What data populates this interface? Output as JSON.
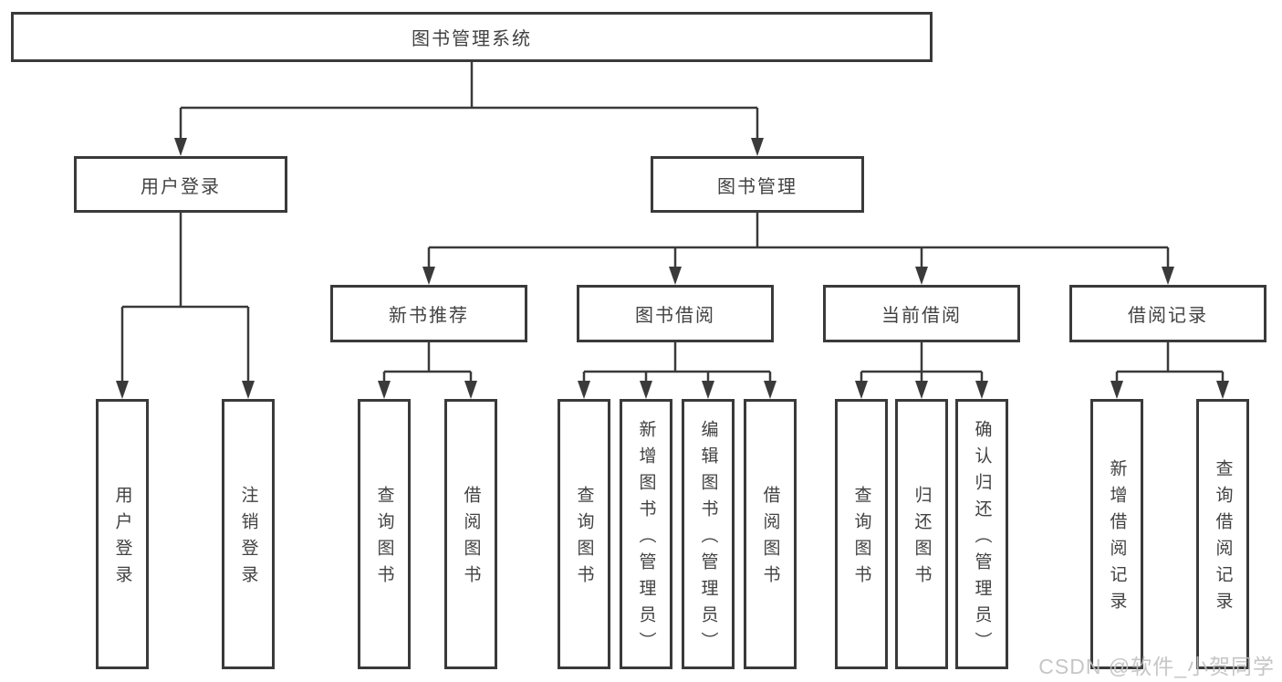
{
  "diagram_title": "图书管理系统",
  "tree": {
    "label": "图书管理系统",
    "children": [
      {
        "label": "用户登录",
        "children": [
          {
            "label": "用户登录"
          },
          {
            "label": "注销登录"
          }
        ]
      },
      {
        "label": "图书管理",
        "children": [
          {
            "label": "新书推荐",
            "children": [
              {
                "label": "查询图书"
              },
              {
                "label": "借阅图书"
              }
            ]
          },
          {
            "label": "图书借阅",
            "children": [
              {
                "label": "查询图书"
              },
              {
                "label": "新增图书（管理员）"
              },
              {
                "label": "编辑图书（管理员）"
              },
              {
                "label": "借阅图书"
              }
            ]
          },
          {
            "label": "当前借阅",
            "children": [
              {
                "label": "查询图书"
              },
              {
                "label": "归还图书"
              },
              {
                "label": "确认归还（管理员）"
              }
            ]
          },
          {
            "label": "借阅记录",
            "children": [
              {
                "label": "新增借阅记录"
              },
              {
                "label": "查询借阅记录"
              }
            ]
          }
        ]
      }
    ]
  },
  "watermark": {
    "text": "CSDN @软件_小贺同学"
  },
  "colors": {
    "line": "#3a3a3a",
    "box_border": "#3a3a3a",
    "text": "#424242",
    "watermark": "#c0c0c0",
    "background": "#ffffff"
  }
}
